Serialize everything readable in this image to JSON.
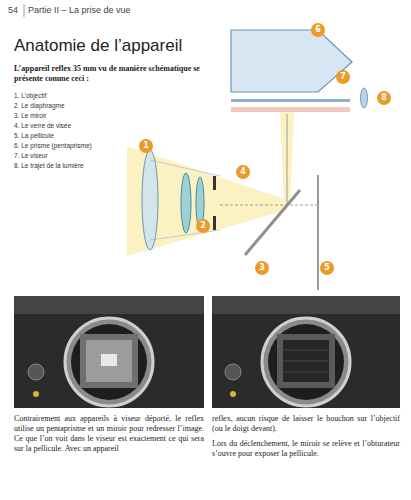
{
  "diagram": {
    "title": "Anatomie de l’appareil",
    "nodes": [
      {
        "text": [
          "1"
        ]
      },
      {
        "text": [
          "2"
        ]
      },
      {
        "text": [
          "3"
        ]
      },
      {
        "text": [
          "4"
        ]
      },
      {
        "text": [
          "5"
        ]
      },
      {
        "text": [
          "6"
        ]
      },
      {
        "text": [
          "7"
        ]
      },
      {
        "text": [
          "8"
        ]
      }
    ],
    "labels": [
      "54",
      "Partie II – La prise de vue",
      "L’appareil reflex 35 mm vu de manière schématique se présente comme ceci :",
      "1. L’objectif",
      "2. Le diaphragme",
      "3. Le miroir",
      "4. Le verre de visée",
      "5. La pellicule",
      "6. Le prisme (pentaprisme)",
      "7. Le viseur",
      "8. Le trajet de la lumière",
      "Contrairement aux appareils à viseur déporté, le reflex utilise un pentaprisme et un miroir pour redresser l’image. Ce que l’on voit dans le viseur est exactement ce qui sera sur la pellicule. Avec un appareil",
      "reflex, aucun risque de laisser le bouchon sur l’objectif (ou le doigt devant).",
      "Lors du déclenchement, le miroir se relève et l’obturateur s’ouvre pour exposer la pellicule."
    ]
  }
}
